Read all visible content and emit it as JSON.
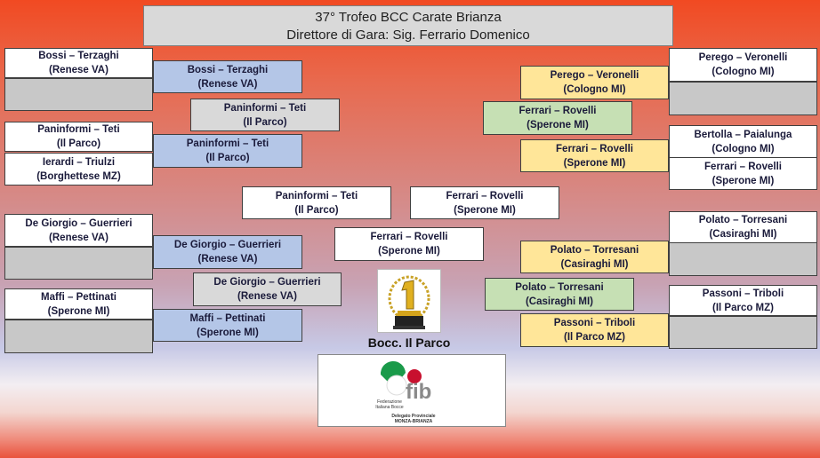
{
  "header": {
    "line1": "37° Trofeo BCC Carate Brianza",
    "line2": "Direttore di Gara: Sig. Ferrario Domenico"
  },
  "left": {
    "r1": [
      {
        "name": "Bossi – Terzaghi",
        "club": "(Renese VA)"
      },
      {
        "name": "Paninformi – Teti",
        "club": "(Il Parco)"
      },
      {
        "name": "Ierardi – Triulzi",
        "club": "(Borghettese MZ)"
      },
      {
        "name": "De Giorgio – Guerrieri",
        "club": "(Renese VA)"
      },
      {
        "name": "Maffi – Pettinati",
        "club": "(Sperone MI)"
      }
    ],
    "r2": [
      {
        "name": "Bossi – Terzaghi",
        "club": "(Renese VA)"
      },
      {
        "name": "Paninformi – Teti",
        "club": "(Il Parco)"
      },
      {
        "name": "De Giorgio – Guerrieri",
        "club": "(Renese VA)"
      },
      {
        "name": "Maffi – Pettinati",
        "club": "(Sperone MI)"
      }
    ],
    "r3": [
      {
        "name": "Paninformi – Teti",
        "club": "(Il Parco)"
      },
      {
        "name": "De Giorgio – Guerrieri",
        "club": "(Renese VA)"
      }
    ],
    "semi": {
      "name": "Paninformi – Teti",
      "club": "(Il Parco)"
    }
  },
  "right": {
    "r1": [
      {
        "name": "Perego – Veronelli",
        "club": "(Cologno MI)"
      },
      {
        "name": "Bertolla – Paialunga",
        "club": "(Cologno MI)"
      },
      {
        "name": "Ferrari – Rovelli",
        "club": "(Sperone MI)"
      },
      {
        "name": "Polato – Torresani",
        "club": "(Casiraghi MI)"
      },
      {
        "name": "Passoni – Triboli",
        "club": "(Il Parco MZ)"
      }
    ],
    "r2": [
      {
        "name": "Perego – Veronelli",
        "club": "(Cologno MI)"
      },
      {
        "name": "Ferrari – Rovelli",
        "club": "(Sperone MI)"
      },
      {
        "name": "Polato – Torresani",
        "club": "(Casiraghi MI)"
      },
      {
        "name": "Passoni – Triboli",
        "club": "(Il Parco MZ)"
      }
    ],
    "r3": [
      {
        "name": "Ferrari – Rovelli",
        "club": "(Sperone MI)"
      },
      {
        "name": "Polato – Torresani",
        "club": "(Casiraghi MI)"
      }
    ],
    "semi": {
      "name": "Ferrari – Rovelli",
      "club": "(Sperone MI)"
    }
  },
  "final": {
    "name": "Ferrari – Rovelli",
    "club": "(Sperone MI)"
  },
  "winner_label": "Bocc. Il Parco",
  "logo": {
    "brand": "fib",
    "org_line1": "Federazione",
    "org_line2": "Italiana Bocce",
    "deleg_line1": "Delegato Provinciale",
    "deleg_line2": "MONZA-BRIANZA"
  },
  "colors": {
    "white": "#ffffff",
    "empty": "#c8c8c8",
    "left_round2": "#b4c6e7",
    "round3": "#d9d9d9",
    "right_round2": "#ffe699",
    "right_round3": "#c6e0b4"
  }
}
